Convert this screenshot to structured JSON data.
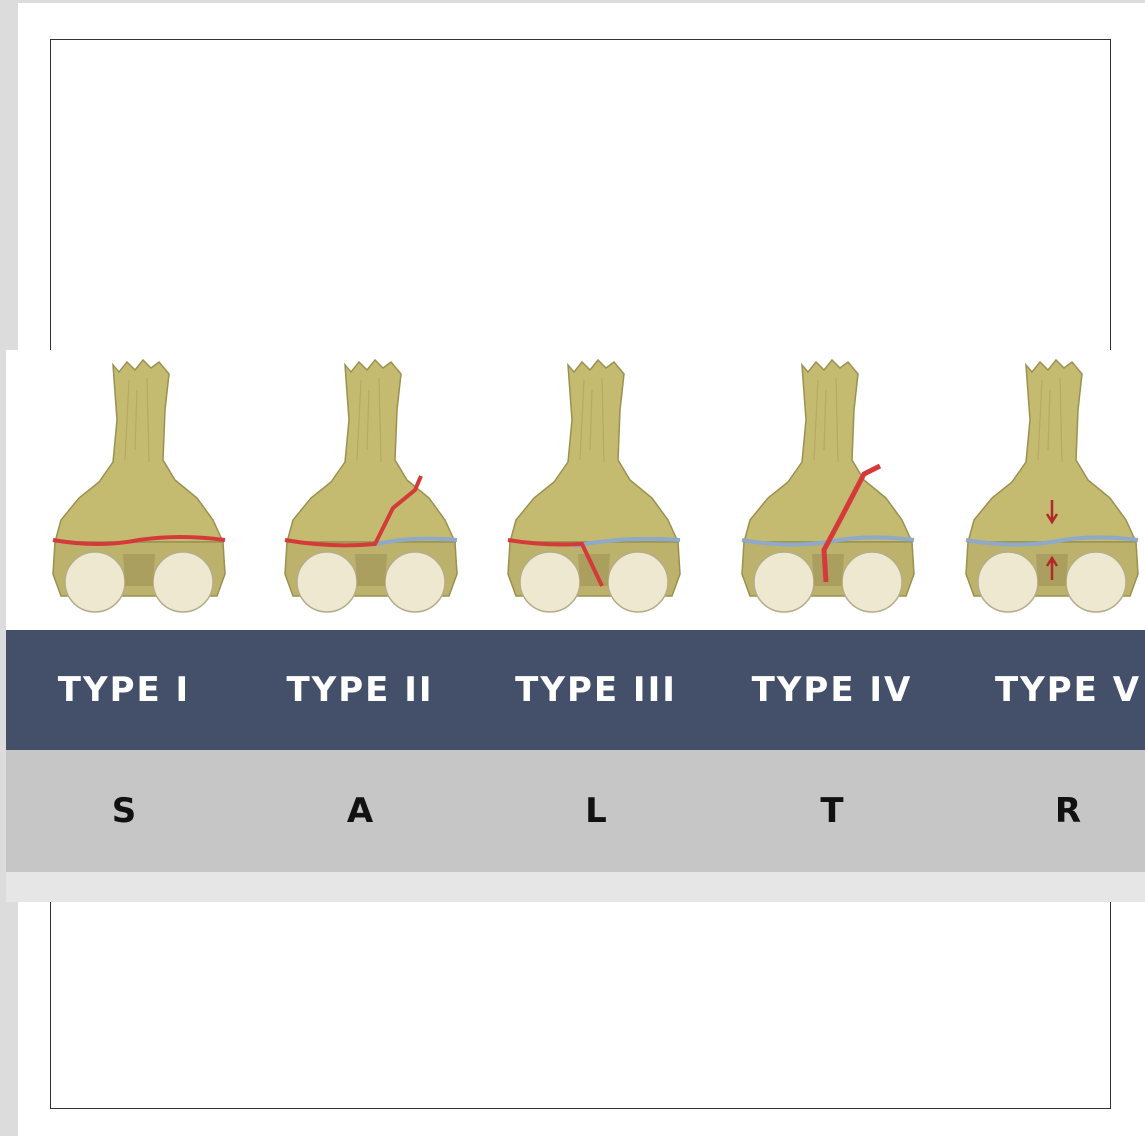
{
  "colors": {
    "type_band": "#44506a",
    "mnemonic_band": "#c6c6c6",
    "bottom_strip": "#e6e6e6",
    "bone_shaft": "#c2b96e",
    "bone_condyle": "#ede8cf",
    "fracture_line": "#d43a3a",
    "physis_line": "#8fa9c8"
  },
  "types": [
    {
      "label": "TYPE I",
      "letter": "S"
    },
    {
      "label": "TYPE II",
      "letter": "A"
    },
    {
      "label": "TYPE III",
      "letter": "L"
    },
    {
      "label": "TYPE IV",
      "letter": "T"
    },
    {
      "label": "TYPE V",
      "letter": "R"
    }
  ]
}
